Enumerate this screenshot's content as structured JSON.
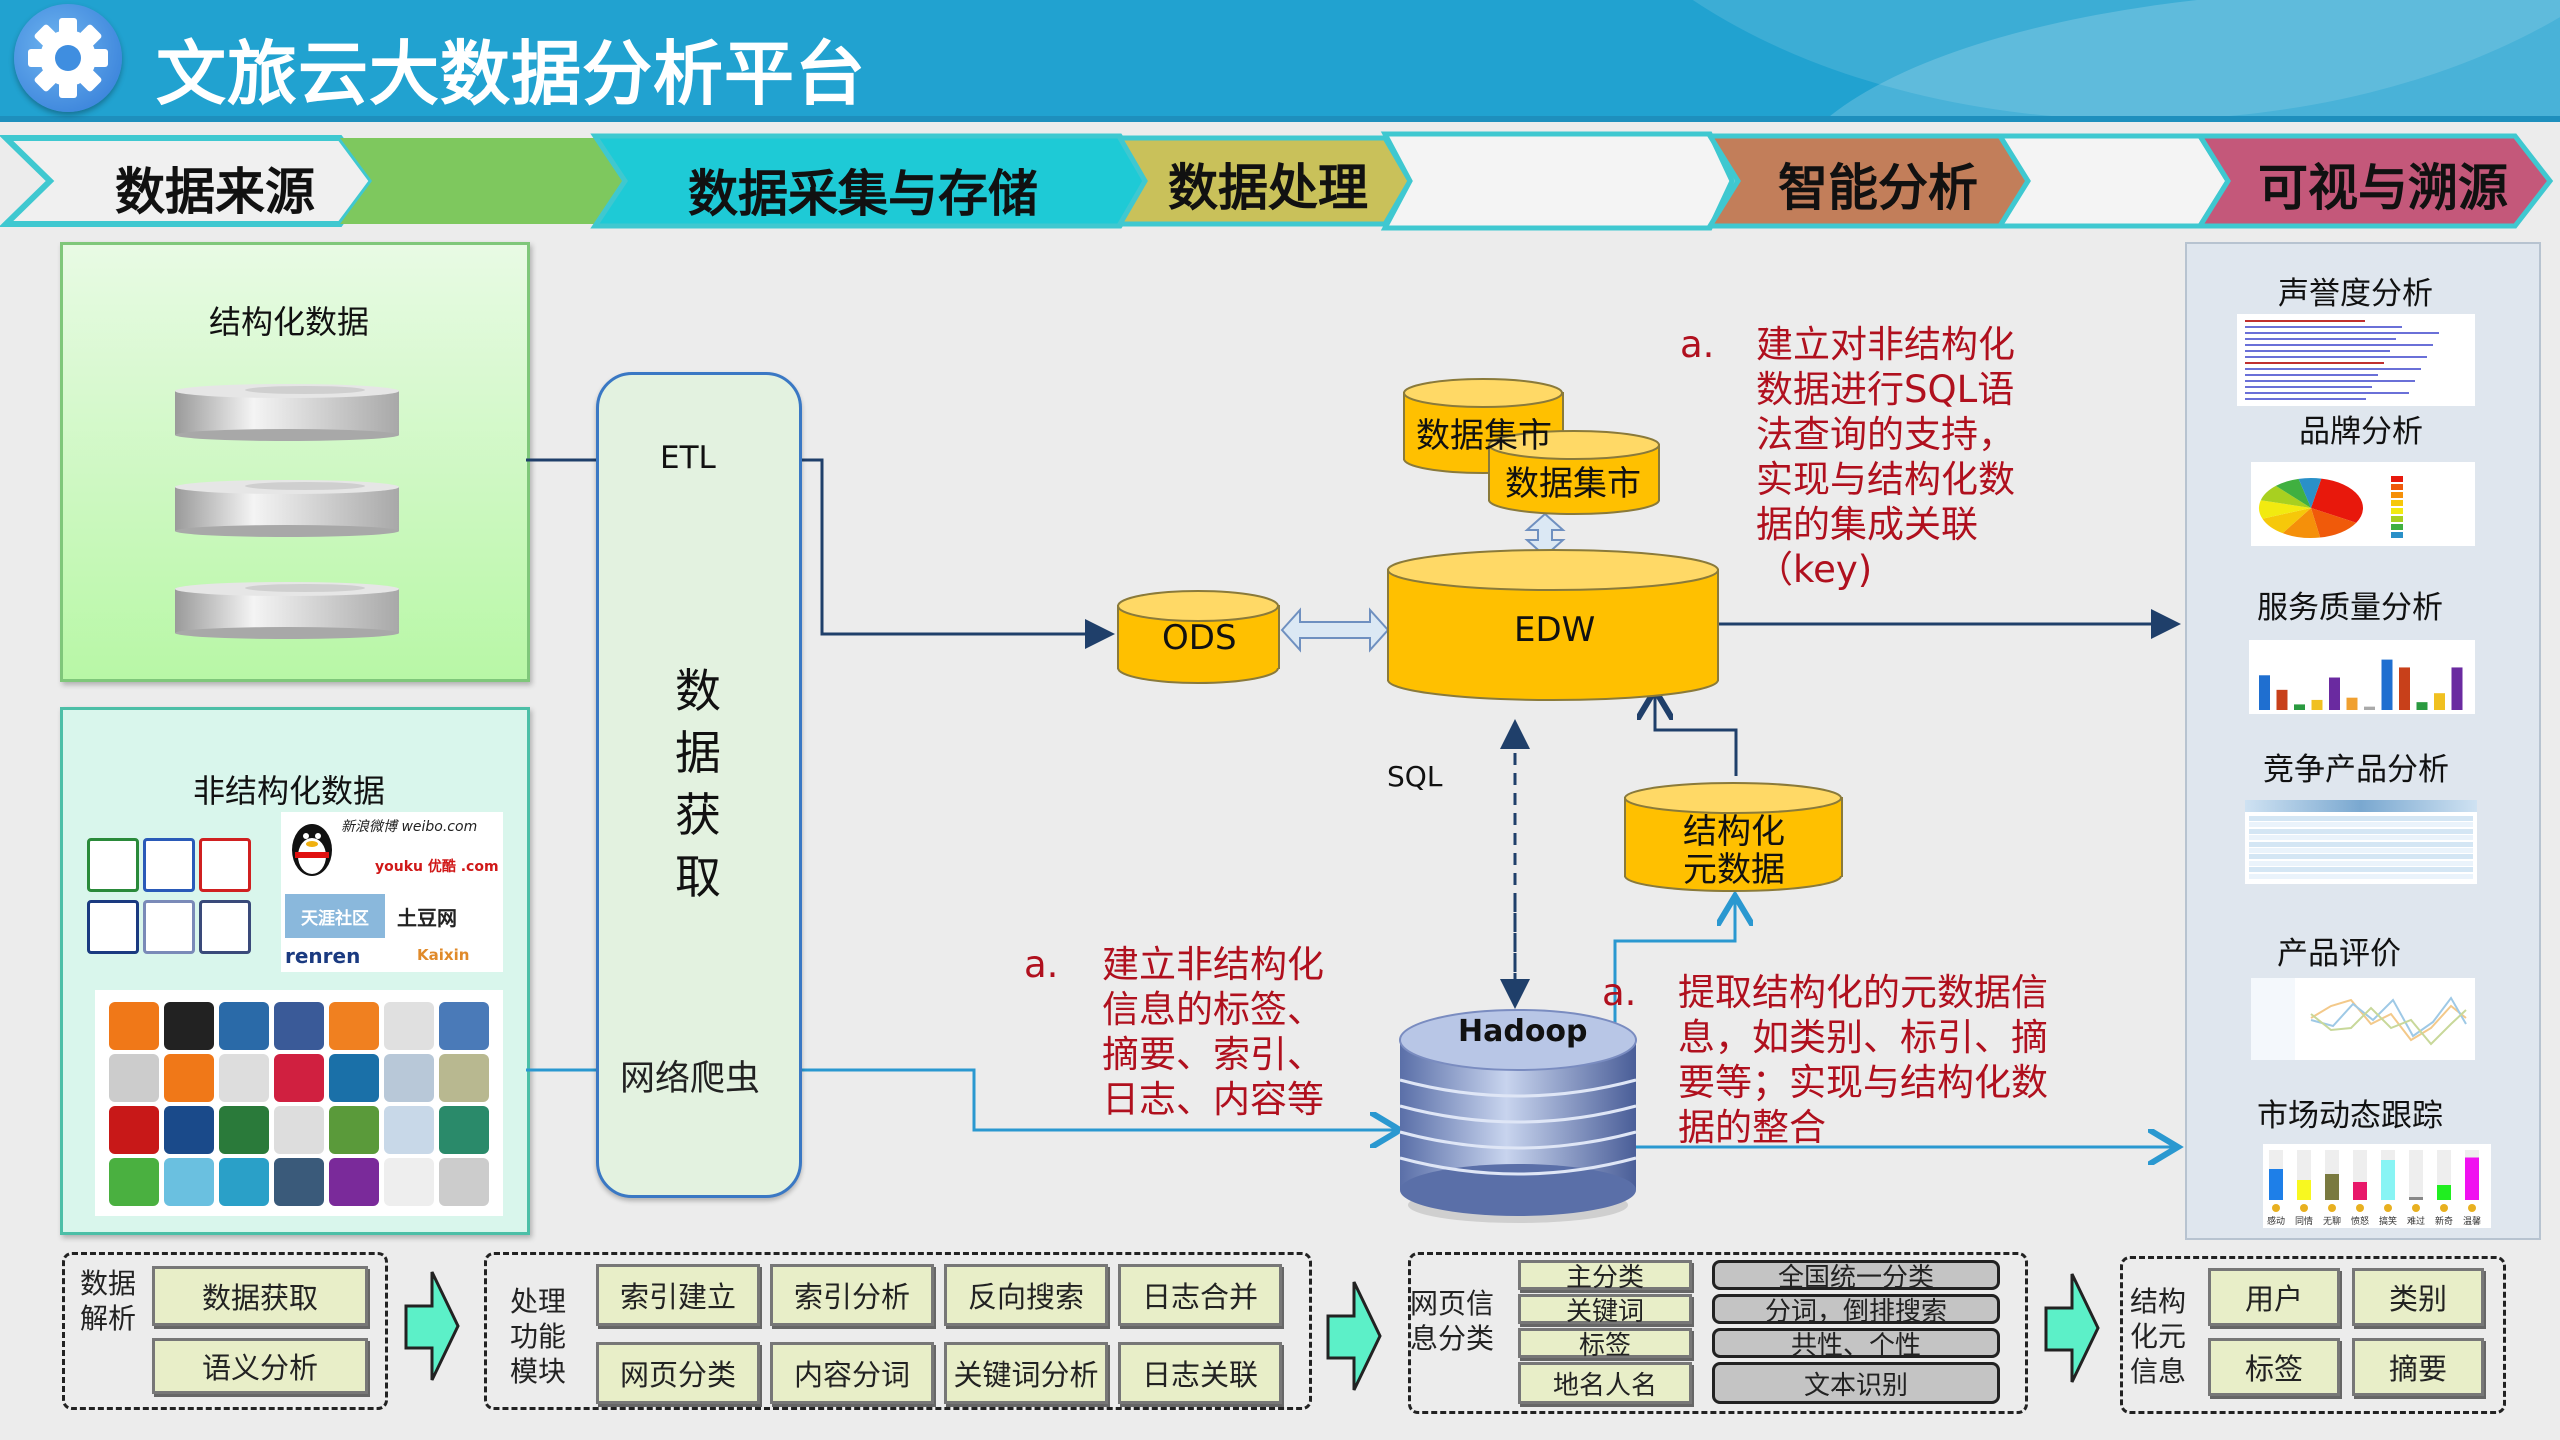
{
  "header": {
    "title": "文旅云大数据分析平台",
    "logo_icon": "gear-icon"
  },
  "stages": [
    {
      "label": "数据来源",
      "color": "#f0f0f0"
    },
    {
      "label": "数据采集与存储",
      "color": "#1ecad6"
    },
    {
      "label": "数据处理",
      "color": "#c9c15a"
    },
    {
      "label": "智能分析",
      "color": "#c27e5a"
    },
    {
      "label": "可视与溯源",
      "color": "#c4587a"
    }
  ],
  "sources": {
    "structured": {
      "title": "结构化数据"
    },
    "unstructured": {
      "title": "非结构化数据",
      "file_icons": [
        "excel-icon",
        "word-icon",
        "pdf-icon",
        "email-icon",
        "xml-icon",
        "photo-icon"
      ],
      "brand_logos": [
        "qq-icon",
        "新浪微博 weibo.com",
        "youku 优酷 .com",
        "天涯社区",
        "土豆网",
        "renren",
        "Kaixin"
      ],
      "social_icons": [
        "blogger-icon",
        "delicious-icon",
        "digg-icon",
        "facebook-icon",
        "rss-icon",
        "flickr-icon",
        "friendfeed-icon",
        "smiley-icon",
        "friendster-icon",
        "google-icon",
        "lastfm-icon",
        "linkedin-icon",
        "pencil-icon",
        "flower-icon",
        "apple-icon",
        "myspace-icon",
        "plant-icon",
        "picasa-icon",
        "p-icon",
        "reddit-icon",
        "stumbleupon-icon",
        "chat-icon",
        "twitter-icon",
        "vimeo-icon",
        "wordpress-icon",
        "yahoo-icon",
        "yelp-icon",
        "youtube-icon"
      ]
    }
  },
  "acquisition": {
    "top_label": "ETL",
    "vertical_label": [
      "数",
      "据",
      "获",
      "取"
    ],
    "bottom_label": "网络爬虫"
  },
  "storage": {
    "ods": "ODS",
    "edw": "EDW",
    "mart1": "数据集市",
    "mart2": "数据集市",
    "meta_line1": "结构化",
    "meta_line2": "元数据",
    "hadoop": "Hadoop",
    "sql": "SQL"
  },
  "notes": {
    "note1": {
      "bullet": "a.",
      "lines": [
        "建立对非结构化",
        "数据进行SQL语",
        "法查询的支持，",
        "实现与结构化数",
        "据的集成关联",
        "（key)"
      ]
    },
    "note2": {
      "bullet": "a.",
      "lines": [
        "建立非结构化",
        "信息的标签、",
        "摘要、索引、",
        "日志、内容等"
      ]
    },
    "note3": {
      "bullet": "a.",
      "lines": [
        "提取结构化的元数据信",
        "息，如类别、标引、摘",
        "要等；实现与结构化数",
        "据的整合"
      ]
    }
  },
  "analysis": {
    "items": [
      {
        "title": "声誉度分析",
        "thumb": "list-report"
      },
      {
        "title": "品牌分析",
        "thumb": "pie-chart"
      },
      {
        "title": "服务质量分析",
        "thumb": "bar-chart"
      },
      {
        "title": "竞争产品分析",
        "thumb": "table-report"
      },
      {
        "title": "产品评价",
        "thumb": "line-chart"
      },
      {
        "title": "市场动态跟踪",
        "thumb": "mood-bars"
      }
    ],
    "pie_colors": [
      "#e8180c",
      "#f05a0a",
      "#f5900a",
      "#f6c80a",
      "#f2ea10",
      "#a8d020",
      "#40b040",
      "#2a90c8"
    ],
    "bar_colors": [
      "#1f6fd0",
      "#c8401a",
      "#2a9a40",
      "#f0c020",
      "#6a2aa0",
      "#f0a030",
      "#aaaaaa",
      "#1f6fd0",
      "#c8401a",
      "#2a9a40",
      "#f0c020",
      "#6a2aa0"
    ],
    "mood_bars": [
      {
        "label": "感动",
        "level": 0.62,
        "color": "#1e7fe8"
      },
      {
        "label": "同情",
        "level": 0.4,
        "color": "#f8f820"
      },
      {
        "label": "无聊",
        "level": 0.52,
        "color": "#7a7a40"
      },
      {
        "label": "愤怒",
        "level": 0.36,
        "color": "#e8186a"
      },
      {
        "label": "搞笑",
        "level": 0.8,
        "color": "#88f4f4"
      },
      {
        "label": "难过",
        "level": 0.06,
        "color": "#888888"
      },
      {
        "label": "新奇",
        "level": 0.3,
        "color": "#20ee20"
      },
      {
        "label": "温馨",
        "level": 0.85,
        "color": "#f010f0"
      }
    ]
  },
  "bottom": {
    "parse": {
      "label": [
        "数据",
        "解析"
      ],
      "buttons": [
        "数据获取",
        "语义分析"
      ]
    },
    "modules": {
      "label": [
        "处理",
        "功能",
        "模块"
      ],
      "buttons": [
        "索引建立",
        "索引分析",
        "反向搜索",
        "日志合并",
        "网页分类",
        "内容分词",
        "关键词分析",
        "日志关联"
      ]
    },
    "webclass": {
      "label": [
        "网页信",
        "息分类"
      ],
      "left": [
        "主分类",
        "关键词",
        "标签",
        "地名人名"
      ],
      "right": [
        "全国统一分类",
        "分词，倒排搜索",
        "共性、个性",
        "文本识别"
      ]
    },
    "meta": {
      "label": [
        "结构",
        "化元",
        "信息"
      ],
      "buttons": [
        "用户",
        "类别",
        "标签",
        "摘要"
      ]
    }
  }
}
